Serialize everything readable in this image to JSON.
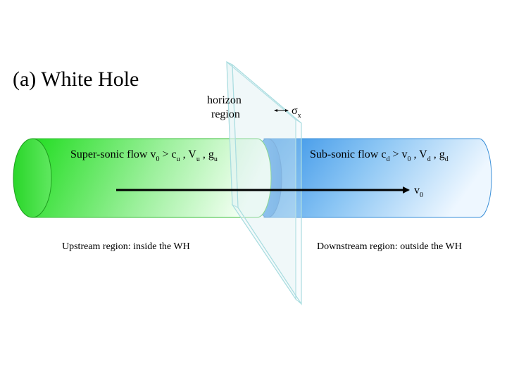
{
  "title": "(a)  White Hole",
  "horizon_label": [
    "horizon",
    "region"
  ],
  "sigma": {
    "symbol": "σ",
    "sub": "x"
  },
  "upstream_flow": {
    "parts": [
      {
        "t": "Super-sonic flow v"
      },
      {
        "s": "0"
      },
      {
        "t": " > c"
      },
      {
        "s": "u"
      },
      {
        "t": " ,  V"
      },
      {
        "s": "u"
      },
      {
        "t": " ,  g"
      },
      {
        "s": "u"
      }
    ]
  },
  "downstream_flow": {
    "parts": [
      {
        "t": "Sub-sonic flow c"
      },
      {
        "s": "d"
      },
      {
        "t": " > v"
      },
      {
        "s": "0"
      },
      {
        "t": " ,  V"
      },
      {
        "s": "d"
      },
      {
        "t": " , g"
      },
      {
        "s": "d"
      }
    ]
  },
  "velocity": {
    "symbol": "v",
    "sub": "0"
  },
  "upstream_caption": "Upstream region: inside the WH",
  "downstream_caption": "Downstream region: outside the WH",
  "colors": {
    "upstream": "#22dd22",
    "downstream": "#3399ee",
    "arrow": "#000000",
    "plane": "#aadde0"
  }
}
